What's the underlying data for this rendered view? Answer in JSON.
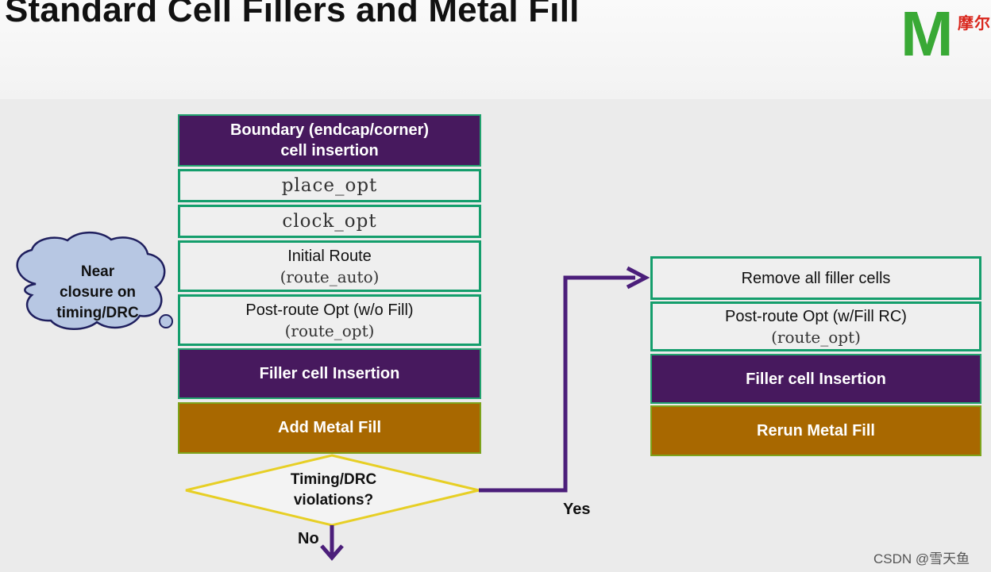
{
  "slide": {
    "title": "Standard Cell Fillers and Metal Fill",
    "logo_letter": "M",
    "logo_cn": "摩尔"
  },
  "flow_left": {
    "boundary_line1": "Boundary (endcap/corner)",
    "boundary_line2": "cell insertion",
    "place_opt": "place_opt",
    "clock_opt": "clock_opt",
    "initial_route": "Initial Route",
    "initial_route_cmd": "(route_auto)",
    "post_route": "Post-route Opt (w/o Fill)",
    "post_route_cmd": "(route_opt)",
    "filler": "Filler cell Insertion",
    "metal_fill": "Add Metal Fill"
  },
  "decision": {
    "line1": "Timing/DRC",
    "line2": "violations?",
    "yes": "Yes",
    "no": "No"
  },
  "cloud": {
    "line1": "Near",
    "line2": "closure on",
    "line3": "timing/DRC"
  },
  "flow_right": {
    "remove": "Remove all filler cells",
    "post_route": "Post-route Opt (w/Fill RC)",
    "post_route_cmd": "(route_opt)",
    "filler": "Filler cell Insertion",
    "rerun": "Rerun Metal Fill"
  },
  "watermark": "CSDN @雪天鱼",
  "colors": {
    "purple": "#47195e",
    "orange": "#a86800",
    "green_border": "#149e6c",
    "diamond": "#e7cf25",
    "arrow": "#4b1e7a",
    "cloud_fill": "#b7c7e3",
    "cloud_stroke": "#1f1f5e"
  }
}
